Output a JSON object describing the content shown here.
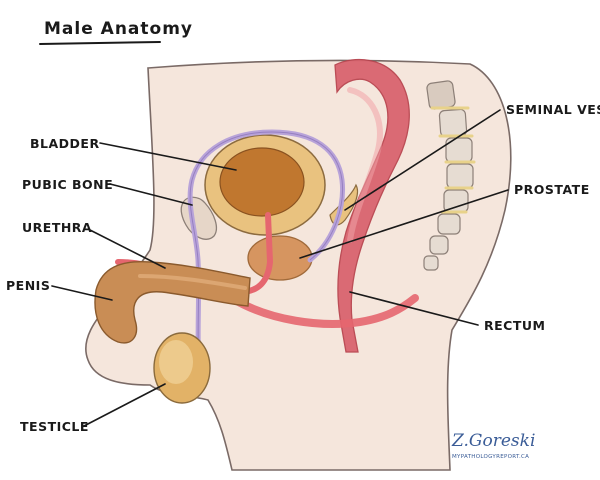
{
  "title": "Male Anatomy",
  "labels": {
    "bladder": "BLADDER",
    "pubic_bone": "PUBIC BONE",
    "urethra": "URETHRA",
    "penis": "PENIS",
    "testicle": "TESTICLE",
    "seminal_vesicle": "SEMINAL VESIC",
    "prostate": "PROSTATE",
    "rectum": "RECTUM"
  },
  "signature": {
    "name": "Z.Goreski",
    "site": "MYPATHOLOGYREPORT.CA"
  },
  "colors": {
    "skin": "#f5e6dc",
    "skin_outline": "#7a6a66",
    "bladder": "#c0772f",
    "bladder_wall": "#e9c27f",
    "duct": "#b8a3d9",
    "urethra": "#e5666f",
    "rectum": "#d9646f",
    "bone": "#e6d6c8",
    "prostate": "#d69560",
    "penis": "#c98d55",
    "testicle": "#e2b267"
  }
}
